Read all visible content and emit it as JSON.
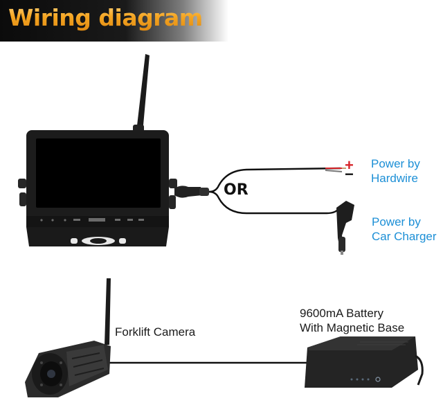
{
  "header": {
    "title": "Wiring diagram"
  },
  "connector": {
    "or_label": "OR"
  },
  "power_options": {
    "hardwire": {
      "line1": "Power by",
      "line2": "Hardwire"
    },
    "charger": {
      "line1": "Power by",
      "line2": "Car Charger"
    }
  },
  "terminals": {
    "positive": "+",
    "negative": "−"
  },
  "devices": {
    "camera": {
      "label": "Forklift Camera"
    },
    "battery": {
      "line1": "9600mA Battery",
      "line2": "With Magnetic Base"
    }
  },
  "colors": {
    "label_blue": "#1c8fd6",
    "title_orange": "#f5a623",
    "positive_red": "#d7262b"
  }
}
